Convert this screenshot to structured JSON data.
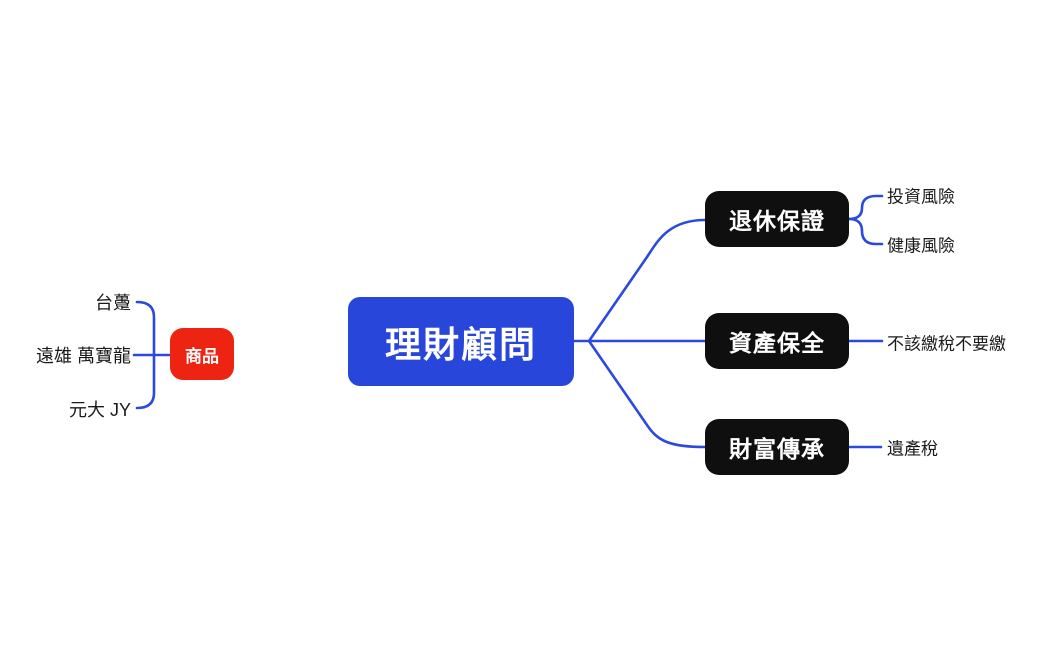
{
  "canvas": {
    "background": "#ffffff",
    "line_color": "#2b49dd"
  },
  "mindmap": {
    "root": {
      "label": "理財顧問",
      "bg": "#2946db",
      "text_color": "#ffffff"
    },
    "left_branch": {
      "node": {
        "label": "商品",
        "bg": "#ee2413",
        "text_color": "#ffffff"
      },
      "children": [
        "台躉",
        "遠雄 萬寶龍",
        "元大 JY"
      ]
    },
    "right_branches": [
      {
        "node": {
          "label": "退休保證",
          "bg": "#0f0f0f",
          "text_color": "#ffffff"
        },
        "children": [
          "投資風險",
          "健康風險"
        ]
      },
      {
        "node": {
          "label": "資產保全",
          "bg": "#0f0f0f",
          "text_color": "#ffffff"
        },
        "children": [
          "不該繳稅不要繳"
        ]
      },
      {
        "node": {
          "label": "財富傳承",
          "bg": "#0f0f0f",
          "text_color": "#ffffff"
        },
        "children": [
          "遺產稅"
        ]
      }
    ]
  }
}
